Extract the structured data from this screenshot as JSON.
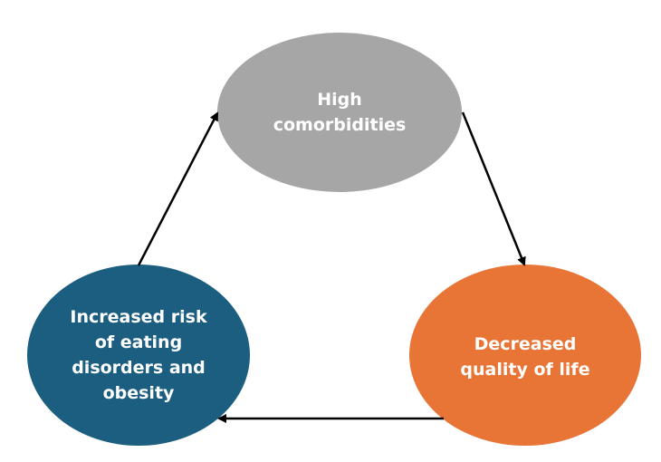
{
  "diagram": {
    "nodes": {
      "top": {
        "label": "High\ncomorbidities",
        "color": "#a6a6a6"
      },
      "right": {
        "label": "Decreased\nquality of life",
        "color": "#e87435"
      },
      "left": {
        "label": "Increased risk\nof eating\ndisorders and\nobesity",
        "color": "#1b5e80"
      }
    },
    "edge_color": "#000000",
    "edges": [
      {
        "from": "top",
        "to": "right"
      },
      {
        "from": "right",
        "to": "left"
      },
      {
        "from": "left",
        "to": "top"
      }
    ]
  }
}
